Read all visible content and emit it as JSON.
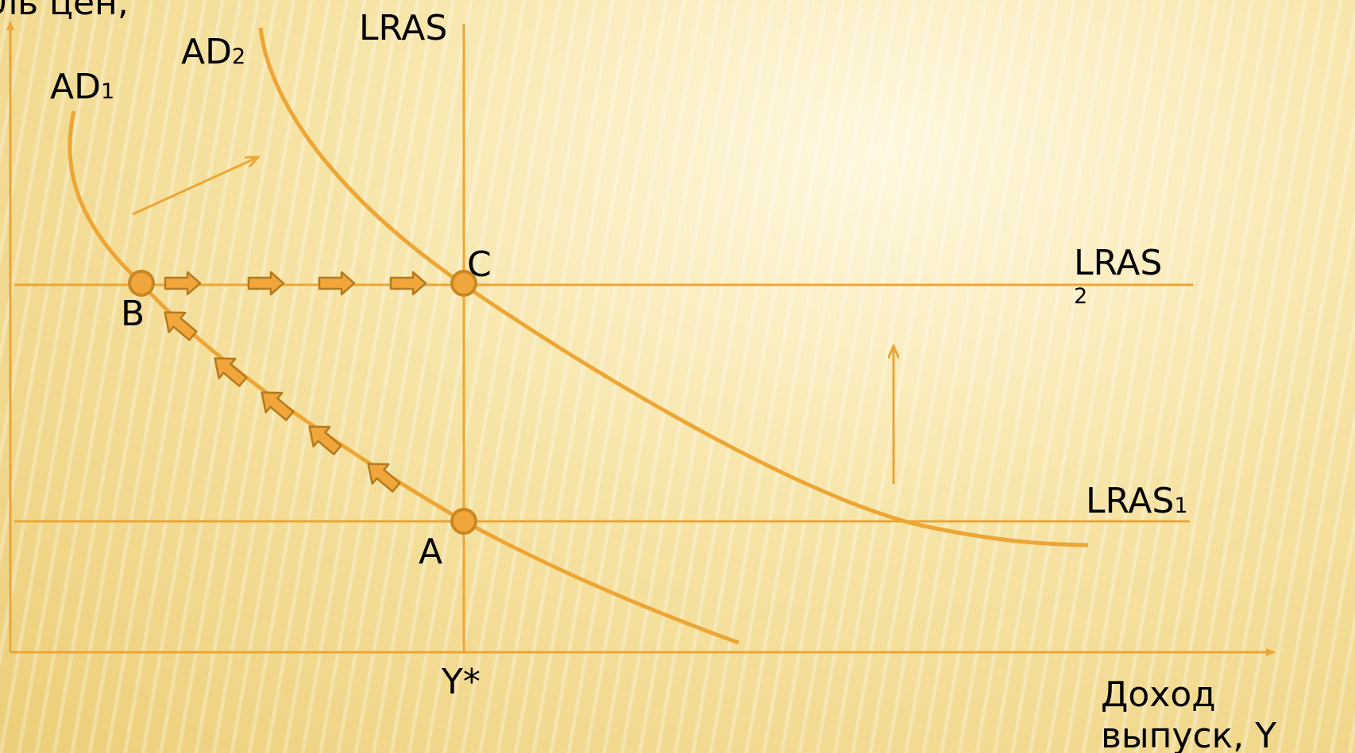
{
  "colors": {
    "line": "#eda534",
    "marker_fill": "#f0a63a",
    "marker_stroke": "#c98722",
    "block_arrow_fill": "#f0a63a",
    "block_arrow_stroke": "#b47a1e",
    "text": "#000000"
  },
  "axes": {
    "y_title": "ль цен,",
    "x_title": "Доход выпуск, Y",
    "y_star": "Y*"
  },
  "curves": {
    "ad1": {
      "base": "AD",
      "sub": "1"
    },
    "ad2": {
      "base": "AD",
      "sub": "2"
    },
    "lras_vertical": "LRAS",
    "lras1": {
      "base": "LRAS",
      "sub": "1"
    },
    "lras2": {
      "base": "LRAS",
      "sub": "2"
    }
  },
  "points": {
    "a": "A",
    "b": "B",
    "c": "C"
  },
  "icons": [
    "shift-arrow-icon",
    "shift-up-arrow-icon",
    "block-arrow-icon"
  ]
}
